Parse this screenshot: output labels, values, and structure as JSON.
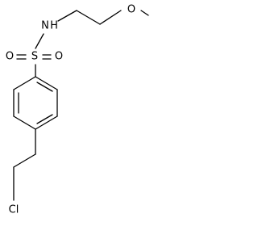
{
  "atoms": {
    "n": "N",
    "h": "H",
    "s": "S",
    "o_left": "O",
    "o_right": "O",
    "o_ether": "O",
    "cl": "Cl"
  },
  "colors": {
    "bond": "#000000",
    "label": "#000000",
    "background": "#ffffff"
  }
}
